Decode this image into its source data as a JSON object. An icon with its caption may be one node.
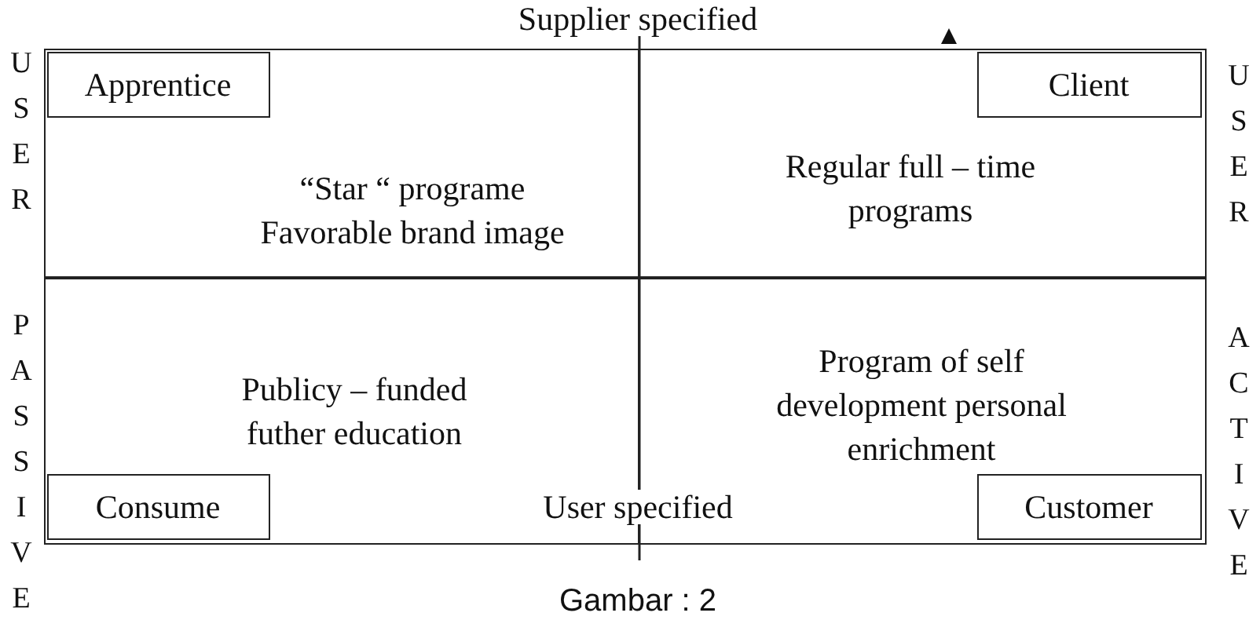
{
  "diagram": {
    "caption": "Gambar : 2",
    "nodes": [
      {
        "text": [
          "“Star “ programe Favorable brand image"
        ]
      },
      {
        "text": [
          "Apprentice"
        ],
        "in": 0
      },
      {
        "text": [
          "Regular full – time programs"
        ]
      },
      {
        "text": [
          "Client"
        ],
        "in": 2
      },
      {
        "text": [
          "Publicy – funded futher education"
        ]
      },
      {
        "text": [
          "Consume"
        ],
        "in": 4
      },
      {
        "text": [
          "Program of self development personal enrichment"
        ]
      },
      {
        "text": [
          "Customer"
        ],
        "in": 6
      }
    ],
    "labels": [
      "Supplier specified",
      "USER PASSIVE",
      "USER ACTIVE",
      "User specified"
    ]
  }
}
